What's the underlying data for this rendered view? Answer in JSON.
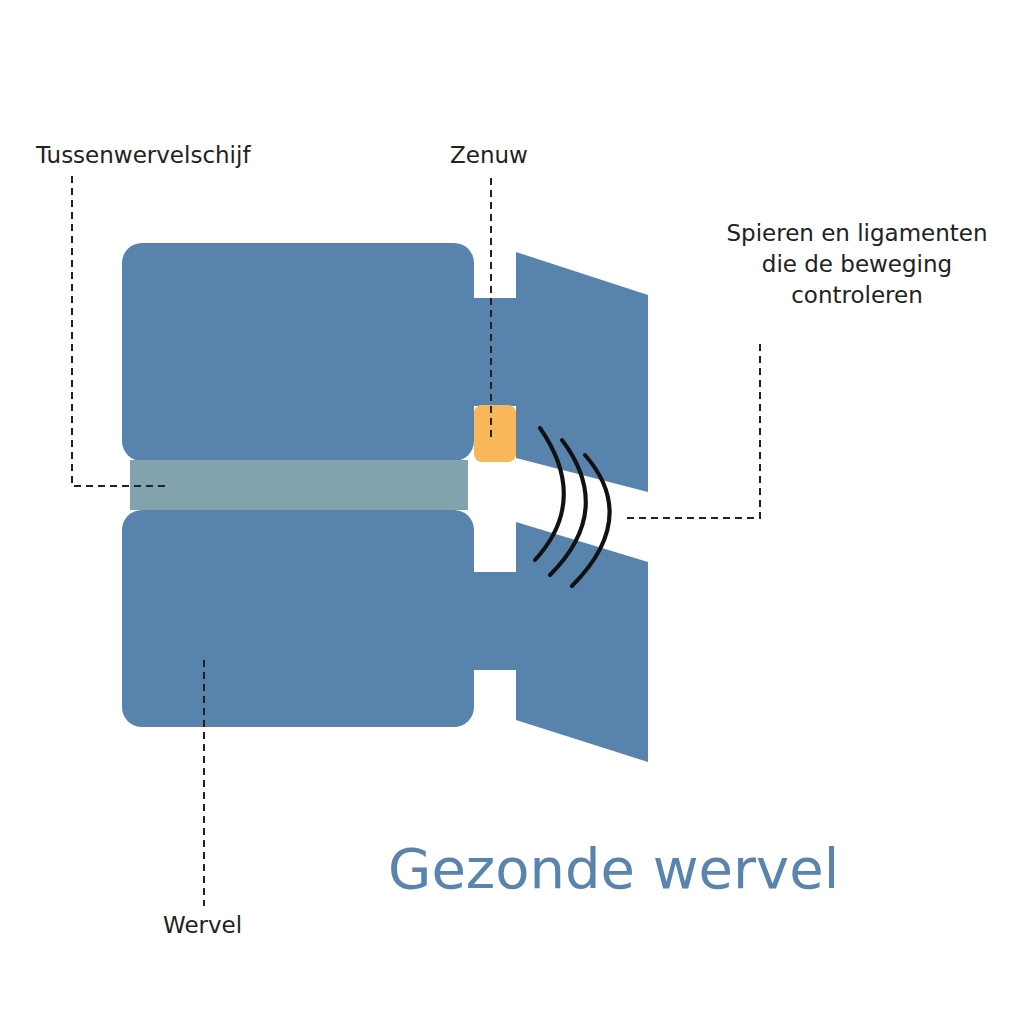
{
  "diagram": {
    "title": "Gezonde wervel",
    "labels": [
      "Tussenwervelschijf",
      "Zenuw",
      "Spieren en ligamenten die de beweging controleren",
      "Wervel"
    ]
  }
}
